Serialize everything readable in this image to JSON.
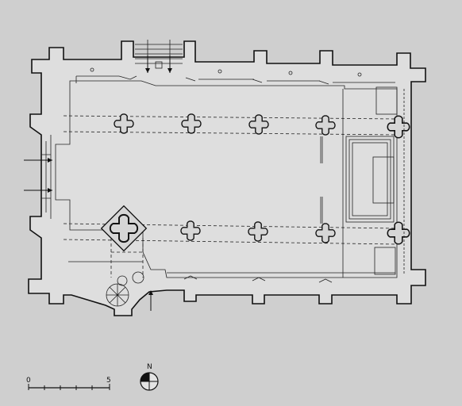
{
  "scale_bar": {
    "start_label": "0",
    "end_label": "5"
  },
  "compass": {
    "north_label": "N"
  }
}
